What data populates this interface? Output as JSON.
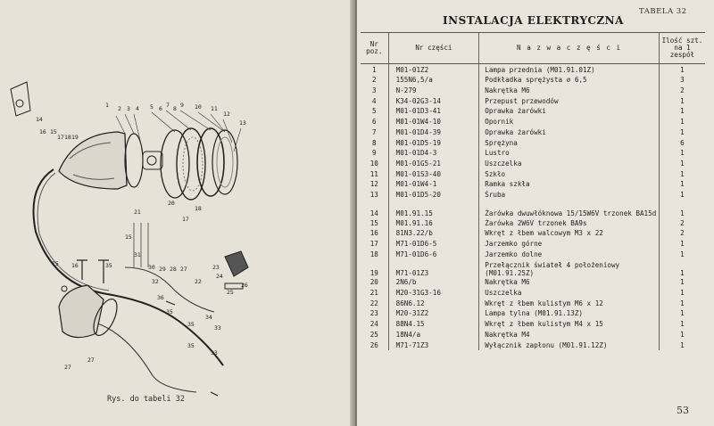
{
  "left_page": {
    "caption": "Rys. do tabeli 32",
    "callouts": [
      "1",
      "2",
      "3",
      "4",
      "5",
      "6",
      "7",
      "8",
      "9",
      "10",
      "11",
      "12",
      "13",
      "14",
      "15",
      "16",
      "17",
      "18",
      "19",
      "20",
      "21",
      "22",
      "23",
      "24",
      "25",
      "26",
      "27",
      "28",
      "29",
      "30",
      "31",
      "32",
      "33",
      "34",
      "35",
      "36"
    ]
  },
  "right_page": {
    "tabela": "TABELA 32",
    "title": "INSTALACJA ELEKTRYCZNA",
    "headers": {
      "no": "Nr poz.",
      "part": "Nr części",
      "name": "N a z w a   c z ę ś c i",
      "qty": "Ilość szt. na 1 zespół"
    },
    "rows": [
      {
        "no": "1",
        "part": "M01-01Z2",
        "name": "Lampa przednia (M01.91.01Z)",
        "qty": "1"
      },
      {
        "no": "2",
        "part": "155N6,5/a",
        "name": "Podkładka sprężysta ⌀ 6,5",
        "qty": "3"
      },
      {
        "no": "3",
        "part": "N-279",
        "name": "Nakrętka M6",
        "qty": "2"
      },
      {
        "no": "4",
        "part": "K34-02G3-14",
        "name": "Przepust przewodów",
        "qty": "1"
      },
      {
        "no": "5",
        "part": "M01-01D3-41",
        "name": "Oprawka żarówki",
        "qty": "1"
      },
      {
        "no": "6",
        "part": "M01-01W4-10",
        "name": "Opornik",
        "qty": "1"
      },
      {
        "no": "7",
        "part": "M01-01D4-39",
        "name": "Oprawka żarówki",
        "qty": "1"
      },
      {
        "no": "8",
        "part": "M01-01D5-19",
        "name": "Sprężyna",
        "qty": "6"
      },
      {
        "no": "9",
        "part": "M01-01D4-3",
        "name": "Lustro",
        "qty": "1"
      },
      {
        "no": "10",
        "part": "M01-01G5-21",
        "name": "Uszczelka",
        "qty": "1"
      },
      {
        "no": "11",
        "part": "M01-01S3-40",
        "name": "Szkło",
        "qty": "1"
      },
      {
        "no": "12",
        "part": "M01-01W4-1",
        "name": "Ramka szkła",
        "qty": "1"
      },
      {
        "no": "13",
        "part": "M01-01D5-20",
        "name": "Śruba",
        "qty": "1"
      },
      {
        "no": "14",
        "part": "M01.91.15",
        "name": "Żarówka dwuwłóknowa 15/15W6V trzonek BA15d",
        "qty": "1",
        "tall": true
      },
      {
        "no": "15",
        "part": "M01.91.16",
        "name": "Żarówka 2W6V trzonek BA9s",
        "qty": "2"
      },
      {
        "no": "16",
        "part": "81N3.22/b",
        "name": "Wkręt z łbem walcowym M3 x 22",
        "qty": "2"
      },
      {
        "no": "17",
        "part": "M71-01D6-5",
        "name": "Jarzemko górne",
        "qty": "1"
      },
      {
        "no": "18",
        "part": "M71-01D6-6",
        "name": "Jarzemko dolne",
        "qty": "1"
      },
      {
        "no": "19",
        "part": "M71-01Z3",
        "name": "Przełącznik świateł 4 położeniowy (M01.91.25Z)",
        "qty": "1",
        "tall": true
      },
      {
        "no": "20",
        "part": "2N6/b",
        "name": "Nakrętka M6",
        "qty": "1"
      },
      {
        "no": "21",
        "part": "M20-31G3-16",
        "name": "Uszczelka",
        "qty": "1"
      },
      {
        "no": "22",
        "part": "86N6.12",
        "name": "Wkręt z łbem kulistym M6 x 12",
        "qty": "1"
      },
      {
        "no": "23",
        "part": "M20-31Z2",
        "name": "Lampa tylna (M01.91.13Z)",
        "qty": "1"
      },
      {
        "no": "24",
        "part": "88N4.15",
        "name": "Wkręt z łbem kulistym M4 x 15",
        "qty": "1"
      },
      {
        "no": "25",
        "part": "18N4/a",
        "name": "Nakrętka M4",
        "qty": "1"
      },
      {
        "no": "26",
        "part": "M71-71Z3",
        "name": "Wyłącznik zapłonu (M01.91.12Z)",
        "qty": "1"
      }
    ],
    "page_number": "53"
  }
}
